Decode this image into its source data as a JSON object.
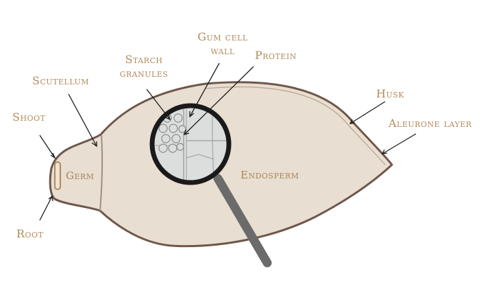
{
  "labels": {
    "shoot": "Shoot",
    "root": "Root",
    "scutellum": "Scutellum",
    "starch_line1": "Starch",
    "starch_line2": "granules",
    "gum_line1": "Gum cell",
    "gum_line2": "wall",
    "protein": "Protein",
    "husk": "Husk",
    "aleurone": "Aleurone layer",
    "germ": "Germ",
    "endosperm": "Endosperm"
  },
  "colors": {
    "label": "#b08a5c",
    "grain_fill": "#e8ded2",
    "husk_outline": "#6e5749",
    "lens_ring": "#1a1a1a",
    "handle": "#6b6b6b",
    "cell_fill": "#dcdedd",
    "cell_line": "#9a9a9a"
  },
  "icons": {
    "magnifier": "magnifying-glass-icon"
  }
}
